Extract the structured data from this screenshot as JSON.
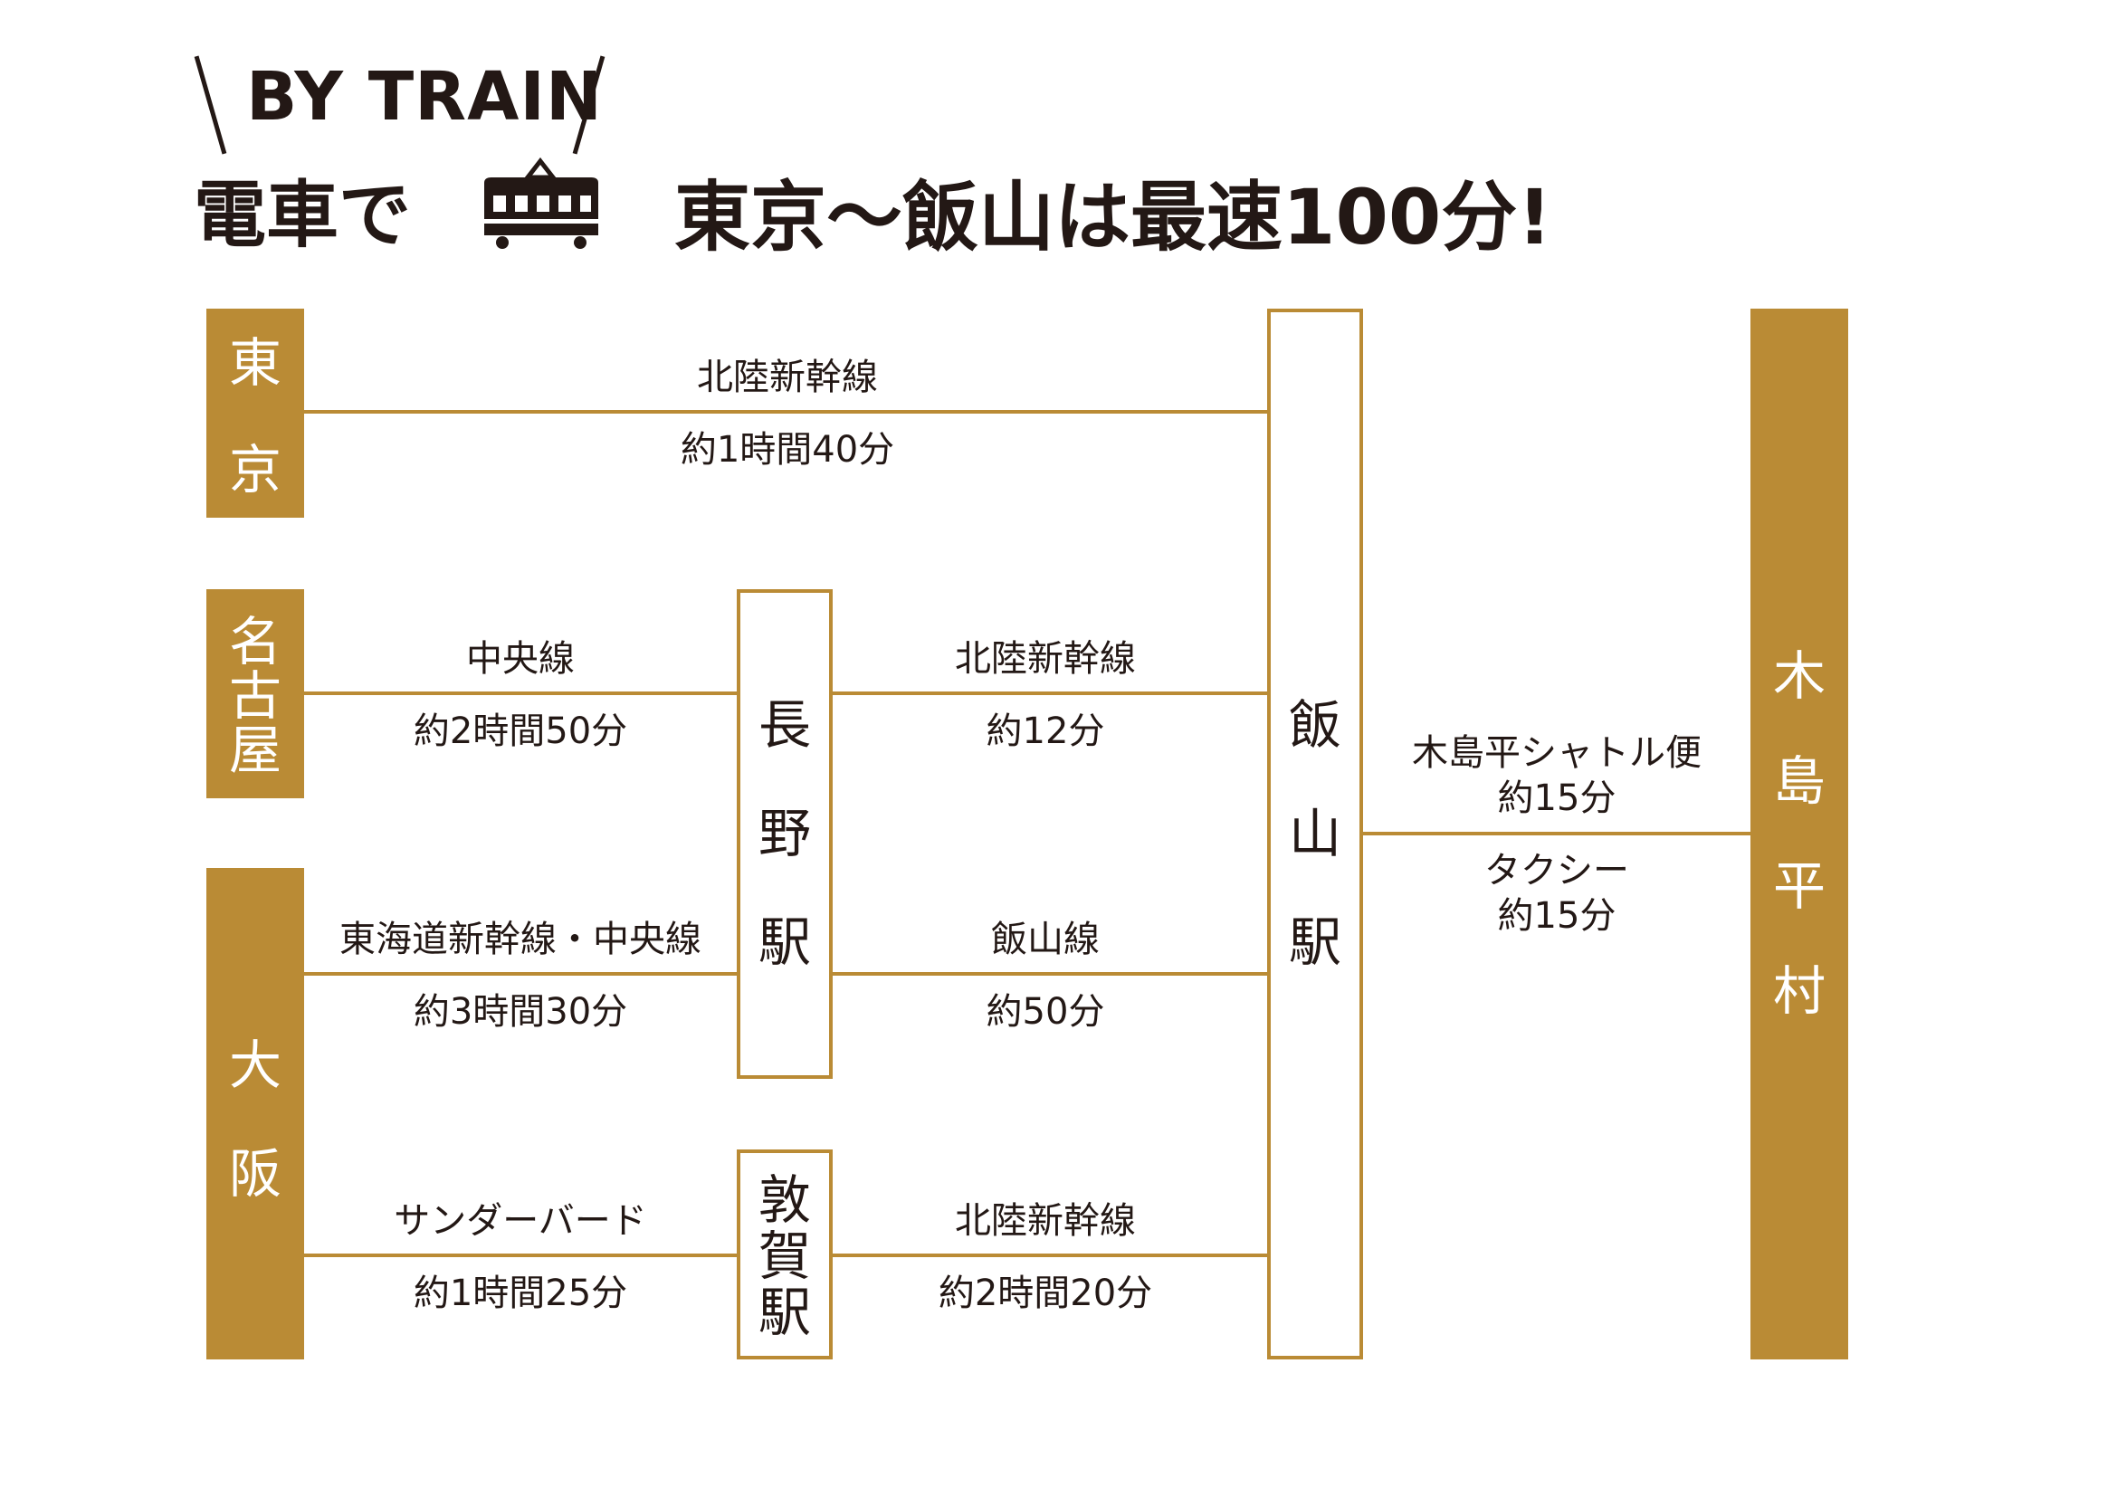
{
  "header": {
    "subtitle": "BY TRAIN",
    "prefix": "電車で",
    "headline": "東京～飯山は最速100分!",
    "train_icon": "train-icon"
  },
  "colors": {
    "accent": "#ba8b35",
    "text": "#231815"
  },
  "origins": {
    "tokyo": [
      "東",
      "京"
    ],
    "nagoya": [
      "名",
      "古",
      "屋"
    ],
    "osaka": [
      "大",
      "阪"
    ]
  },
  "stations": {
    "nagano": [
      "長",
      "野",
      "駅"
    ],
    "tsuruga": [
      "敦",
      "賀",
      "駅"
    ],
    "iiyama": [
      "飯",
      "山",
      "駅"
    ],
    "kijimadaira": [
      "木",
      "島",
      "平",
      "村"
    ]
  },
  "routes": {
    "tokyo_iiyama": {
      "line": "北陸新幹線",
      "time": "約1時間40分"
    },
    "nagoya_nagano": {
      "line": "中央線",
      "time": "約2時間50分"
    },
    "nagano_iiyama_shinkansen": {
      "line": "北陸新幹線",
      "time": "約12分"
    },
    "osaka_nagano": {
      "line": "東海道新幹線・中央線",
      "time": "約3時間30分"
    },
    "nagano_iiyama_local": {
      "line": "飯山線",
      "time": "約50分"
    },
    "osaka_tsuruga": {
      "line": "サンダーバード",
      "time": "約1時間25分"
    },
    "tsuruga_iiyama": {
      "line": "北陸新幹線",
      "time": "約2時間20分"
    },
    "iiyama_kijimadaira_shuttle": {
      "line": "木島平シャトル便",
      "time": "約15分"
    },
    "iiyama_kijimadaira_taxi": {
      "line": "タクシー",
      "time": "約15分"
    }
  }
}
